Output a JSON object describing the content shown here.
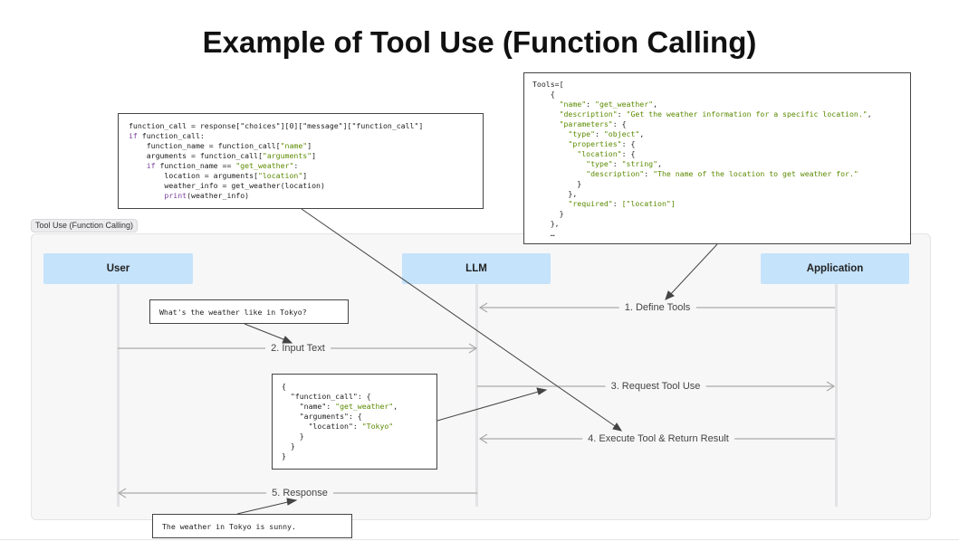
{
  "title": "Example of Tool Use (Function Calling)",
  "frame_label": "Tool Use (Function Calling)",
  "actors": {
    "user": "User",
    "llm": "LLM",
    "application": "Application"
  },
  "messages": {
    "define_tools": "1. Define Tools",
    "input_text": "2. Input Text",
    "request_tool_use": "3. Request Tool Use",
    "execute_tool": "4. Execute Tool & Return Result",
    "response": "5. Response"
  },
  "notes": {
    "user_question": "What's the weather like in Tokyo?",
    "response_text": "The weather in Tokyo is sunny."
  },
  "code": {
    "handler": {
      "l1": "function_call = response[\"choices\"][0][\"message\"][\"function_call\"]",
      "l2_kw": "if",
      "l2": " function_call:",
      "l3a": "    function_name = function_call[",
      "l3s": "\"name\"",
      "l3b": "]",
      "l4a": "    arguments = function_call[",
      "l4s": "\"arguments\"",
      "l4b": "]",
      "l5_kw": "    if",
      "l5a": " function_name == ",
      "l5s": "\"get_weather\"",
      "l5b": ":",
      "l6a": "        location = arguments[",
      "l6s": "\"location\"",
      "l6b": "]",
      "l7": "        weather_info = get_weather(location)",
      "l8_kw": "        print",
      "l8": "(weather_info)"
    },
    "tools": {
      "l1": "Tools=[",
      "l2": "    {",
      "l3k": "      \"name\"",
      "l3s": "\"get_weather\"",
      "l4k": "      \"description\"",
      "l4s": "\"Get the weather information for a specific location.\"",
      "l5k": "      \"parameters\"",
      "l6k": "        \"type\"",
      "l6s": "\"object\"",
      "l7k": "        \"properties\"",
      "l8k": "          \"location\"",
      "l9k": "            \"type\"",
      "l9s": "\"string\"",
      "l10k": "            \"description\"",
      "l10s": "\"The name of the location to get weather for.\"",
      "l11": "          }",
      "l12": "        },",
      "l13k": "        \"required\"",
      "l13s": "[\"location\"]",
      "l14": "      }",
      "l15": "    },",
      "l16": "    …"
    },
    "call": {
      "l1": "{",
      "l2k": "  \"function_call\"",
      "l3k": "    \"name\"",
      "l3s": "\"get_weather\"",
      "l4k": "    \"arguments\"",
      "l5k": "      \"location\"",
      "l5s": "\"Tokyo\"",
      "l6": "    }",
      "l7": "  }",
      "l8": "}"
    }
  },
  "colors": {
    "actor_fill": "#c5e3fb",
    "frame_fill": "#f7f7f8",
    "arrow": "#aaaaaa",
    "pointer": "#444444",
    "string": "#5b8a00",
    "keyword": "#7a3e9d"
  }
}
